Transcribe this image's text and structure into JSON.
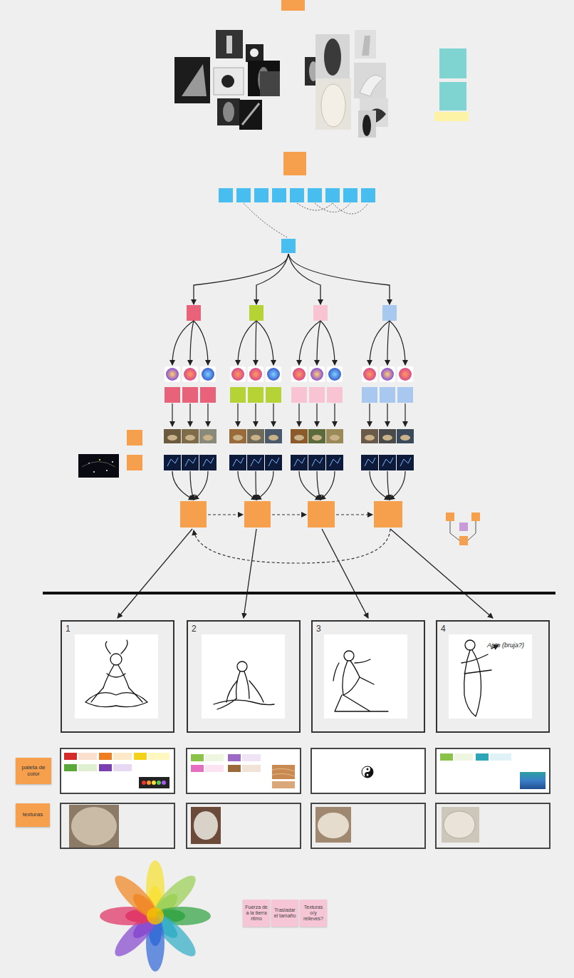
{
  "diagram": {
    "nodes": [
      {
        "text": [
          "1"
        ]
      },
      {
        "text": [
          "2"
        ]
      },
      {
        "text": [
          "3"
        ]
      },
      {
        "text": [
          "4"
        ]
      },
      {
        "text": [
          "paleta de color"
        ]
      },
      {
        "text": [
          "texturas"
        ]
      },
      {
        "text": [
          "Fuerza de a la tierra ritmo"
        ]
      },
      {
        "text": [
          "Trasladar el tamaño"
        ]
      },
      {
        "text": [
          "Texturas o/y relieves?"
        ]
      }
    ],
    "labels": [
      "Apto (bruja?)"
    ]
  }
}
